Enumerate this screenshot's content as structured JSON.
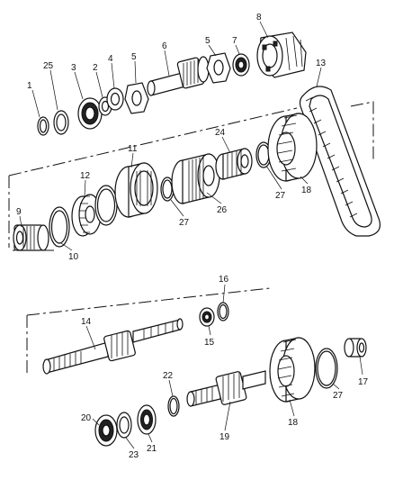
{
  "diagram": {
    "labels": {
      "p1": "1",
      "p2": "2",
      "p3": "3",
      "p4": "4",
      "p5a": "5",
      "p5b": "5",
      "p6": "6",
      "p7": "7",
      "p8": "8",
      "p9": "9",
      "p10": "10",
      "p11": "11",
      "p12": "12",
      "p13": "13",
      "p14": "14",
      "p15": "15",
      "p16": "16",
      "p17": "17",
      "p18a": "18",
      "p18b": "18",
      "p19": "19",
      "p20": "20",
      "p21": "21",
      "p22": "22",
      "p23": "23",
      "p24": "24",
      "p25": "25",
      "p26": "26",
      "p27a": "27",
      "p27b": "27",
      "p27c": "27"
    }
  }
}
